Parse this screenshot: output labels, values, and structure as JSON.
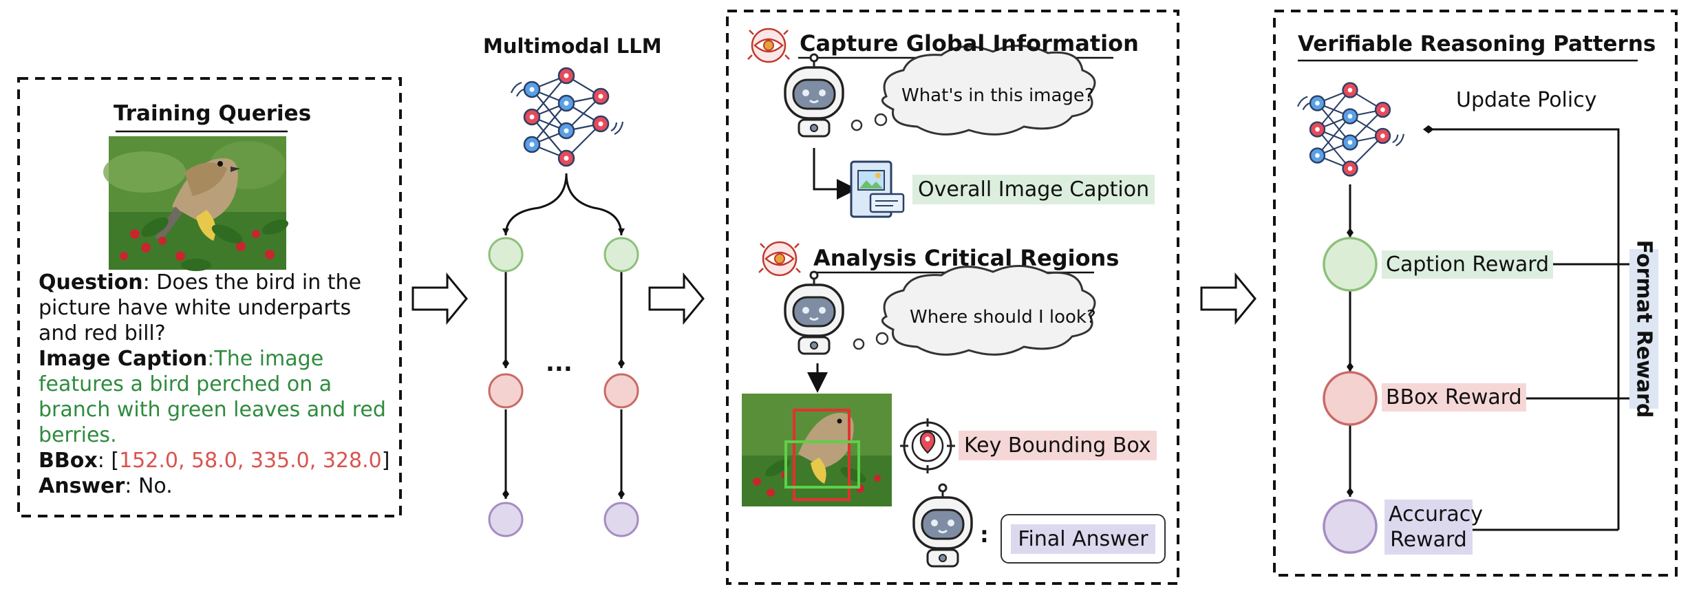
{
  "panels": {
    "queries": {
      "title": "Training Queries",
      "question_label": "Question",
      "question_text": ": Does the bird in the picture have white underparts and red bill?",
      "caption_label": "Image Caption",
      "caption_text": ":The image features a bird perched on a branch with green leaves and red berries.",
      "bbox_label": "BBox",
      "bbox_open": ": [",
      "bbox_value": "152.0, 58.0, 335.0, 328.0",
      "bbox_close": "]",
      "answer_label": "Answer",
      "answer_text": ": No."
    },
    "llm": {
      "title": "Multimodal LLM",
      "ellipsis": "..."
    },
    "reasoning": {
      "global_title": "Capture Global Information",
      "global_thought": "What's in this image?",
      "global_output": "Overall Image Caption",
      "regions_title": "Analysis Critical Regions",
      "regions_thought": "Where should I look?",
      "regions_output": "Key Bounding Box",
      "colon": ":",
      "final_answer": "Final Answer"
    },
    "patterns": {
      "title": "Verifiable Reasoning Patterns",
      "update_policy": "Update Policy",
      "caption_reward": "Caption Reward",
      "bbox_reward": "BBox Reward",
      "accuracy_reward": "Accuracy Reward",
      "format_reward": "Format Reward"
    }
  },
  "colors": {
    "green_node": "#dcedd6",
    "green_stroke": "#8cc07a",
    "red_node": "#f4d2d0",
    "red_stroke": "#c96a66",
    "purple_node": "#e0d8ec",
    "purple_stroke": "#a58cc2",
    "caption_green": "#2e8b3e",
    "bbox_red": "#d9534f"
  }
}
